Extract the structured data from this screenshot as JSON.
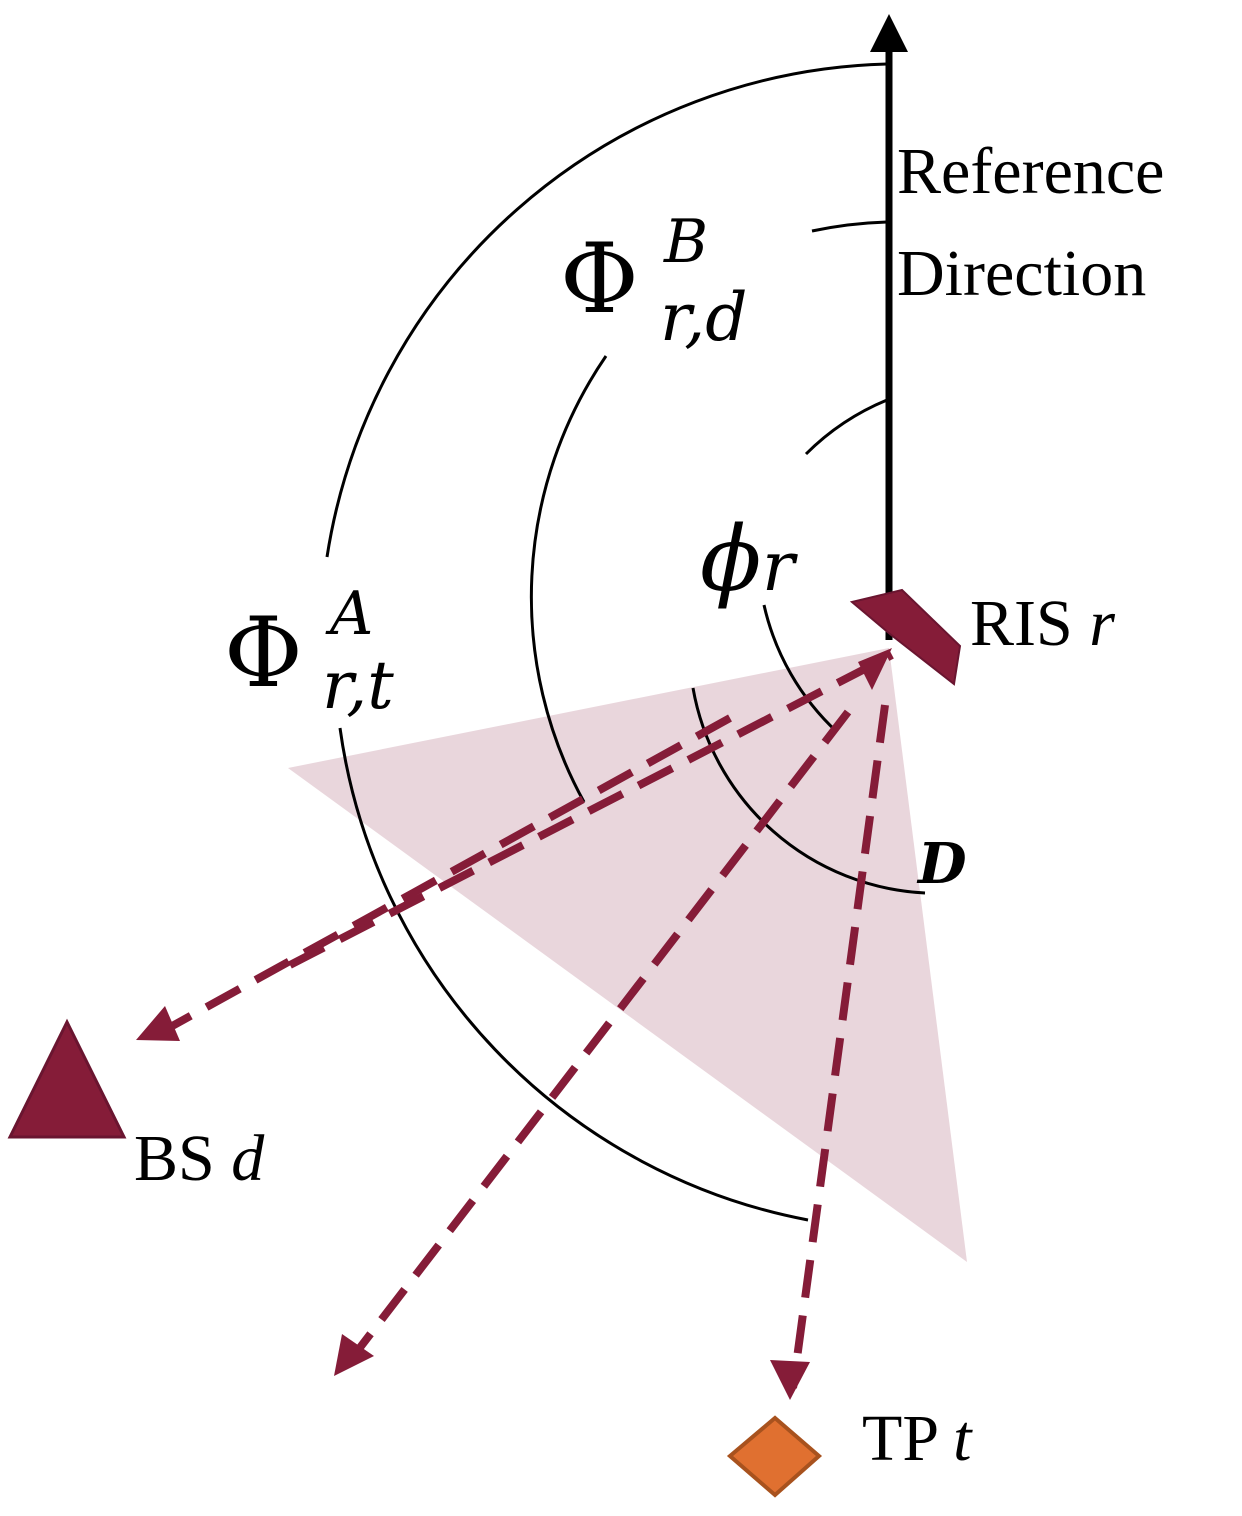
{
  "labels": {
    "reference_line1": "Reference",
    "reference_line2": "Direction",
    "ris_text": "RIS ",
    "ris_var": "r",
    "bs_text": "BS ",
    "bs_var": "d",
    "tp_text": "TP ",
    "tp_var": "t",
    "phi_r_main": "ϕ",
    "phi_r_sub": "r",
    "Phi_B_main": "Φ",
    "Phi_B_sup": "B",
    "Phi_B_sub": "r,d",
    "Phi_A_main": "Φ",
    "Phi_A_sup": "A",
    "Phi_A_sub": "r,t",
    "D_label": "D"
  },
  "colors": {
    "maroon": "#851c38",
    "sector_fill": "#e9d6dc",
    "tp_fill": "#e07030",
    "tp_stroke": "#a8521e",
    "black": "#000000"
  },
  "icons": {
    "ris": "parallelogram-ris-icon",
    "bs": "triangle-bs-icon",
    "tp": "diamond-tp-icon"
  }
}
